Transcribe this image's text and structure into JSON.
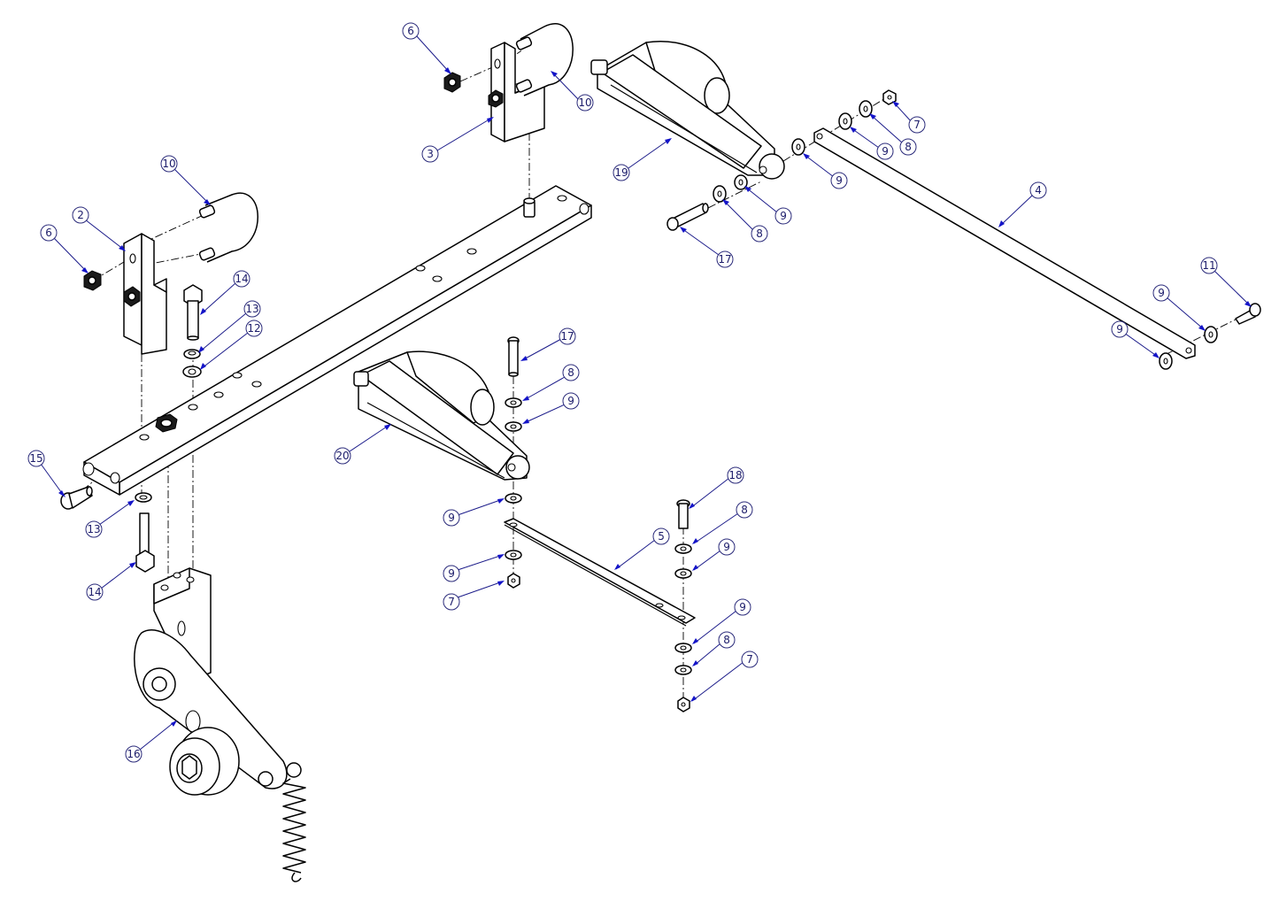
{
  "diagram": {
    "type": "exploded-assembly-drawing",
    "colors": {
      "line": "#000000",
      "balloon_text": "#1c1c6a",
      "arrow": "#1414c8"
    },
    "balloons": [
      {
        "id": "b6a",
        "label": "6"
      },
      {
        "id": "b10a",
        "label": "10"
      },
      {
        "id": "b3",
        "label": "3"
      },
      {
        "id": "b19",
        "label": "19"
      },
      {
        "id": "b7a",
        "label": "7"
      },
      {
        "id": "b8a",
        "label": "8"
      },
      {
        "id": "b9a",
        "label": "9"
      },
      {
        "id": "b9b",
        "label": "9"
      },
      {
        "id": "b9c",
        "label": "9"
      },
      {
        "id": "b8b",
        "label": "8"
      },
      {
        "id": "b17a",
        "label": "17"
      },
      {
        "id": "b4",
        "label": "4"
      },
      {
        "id": "b11",
        "label": "11"
      },
      {
        "id": "b9d",
        "label": "9"
      },
      {
        "id": "b9e",
        "label": "9"
      },
      {
        "id": "b10b",
        "label": "10"
      },
      {
        "id": "b2",
        "label": "2"
      },
      {
        "id": "b6b",
        "label": "6"
      },
      {
        "id": "b14a",
        "label": "14"
      },
      {
        "id": "b13a",
        "label": "13"
      },
      {
        "id": "b12",
        "label": "12"
      },
      {
        "id": "b17b",
        "label": "17"
      },
      {
        "id": "b8c",
        "label": "8"
      },
      {
        "id": "b9f",
        "label": "9"
      },
      {
        "id": "b20",
        "label": "20"
      },
      {
        "id": "b15",
        "label": "15"
      },
      {
        "id": "b13b",
        "label": "13"
      },
      {
        "id": "b14b",
        "label": "14"
      },
      {
        "id": "b9g",
        "label": "9"
      },
      {
        "id": "b18",
        "label": "18"
      },
      {
        "id": "b8d",
        "label": "8"
      },
      {
        "id": "b5",
        "label": "5"
      },
      {
        "id": "b9h",
        "label": "9"
      },
      {
        "id": "b9i",
        "label": "9"
      },
      {
        "id": "b7b",
        "label": "7"
      },
      {
        "id": "b9j",
        "label": "9"
      },
      {
        "id": "b8e",
        "label": "8"
      },
      {
        "id": "b7c",
        "label": "7"
      },
      {
        "id": "b16",
        "label": "16"
      }
    ]
  }
}
